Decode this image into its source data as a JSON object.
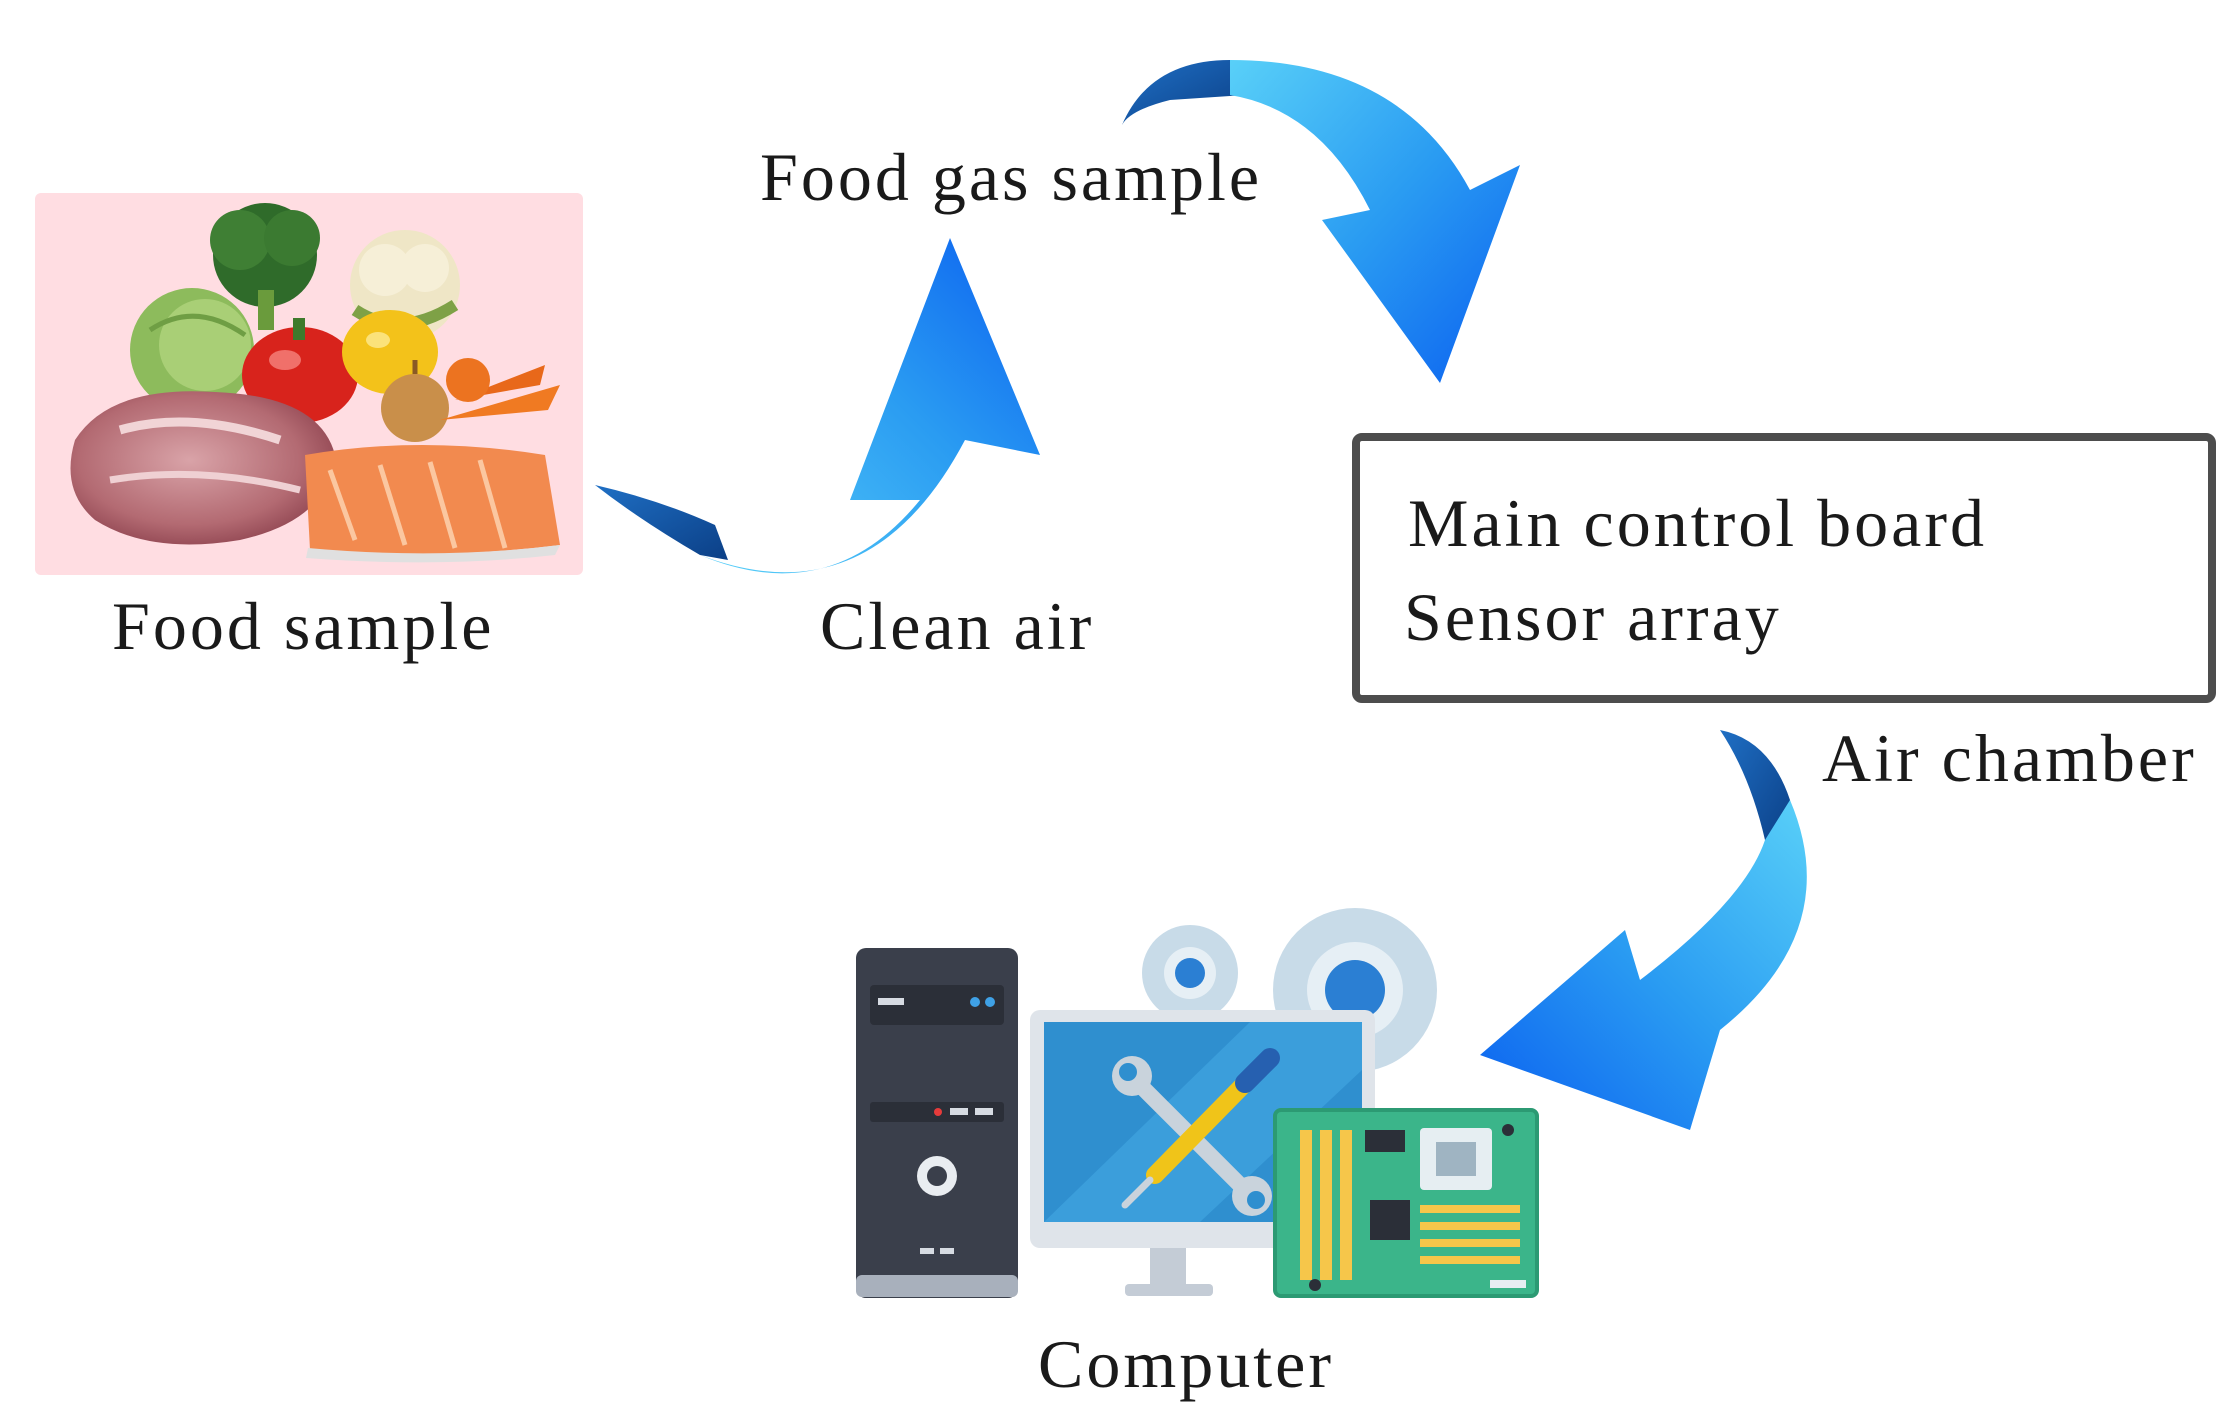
{
  "labels": {
    "food_sample": "Food sample",
    "clean_air": "Clean air",
    "food_gas_sample": "Food gas sample",
    "air_chamber": "Air chamber",
    "computer": "Computer"
  },
  "chamber": {
    "line1": "Main control board",
    "line2": "Sensor array"
  },
  "icons": [
    "food-sample-image",
    "clean-air-arrow-icon",
    "gas-sample-arrow-icon",
    "chamber-to-computer-arrow-icon",
    "computer-tower-icon",
    "monitor-tools-icon",
    "gear-icon",
    "circuit-board-icon"
  ],
  "colors": {
    "arrow_light": "#59d0f8",
    "arrow_dark": "#0a5ff0",
    "arrow_shade": "#0b3f86",
    "food_bg": "#ffdde2",
    "box_border": "#4d4d4d"
  }
}
